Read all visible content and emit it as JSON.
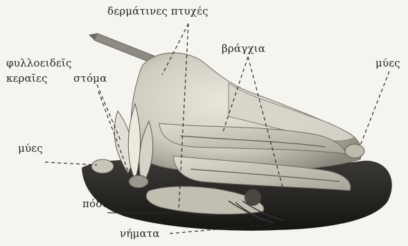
{
  "labels": {
    "skin_folds": "δερμάτινες πτυχές",
    "gills": "βράγχια",
    "muscles_right": "μύες",
    "leaf_antennae_line1": "φυλλοειδεῖς",
    "leaf_antennae_line2": "κεραῖες",
    "mouth": "στόμα",
    "muscles_left": "μύες",
    "foot": "πόδι",
    "threads": "νήματα"
  }
}
